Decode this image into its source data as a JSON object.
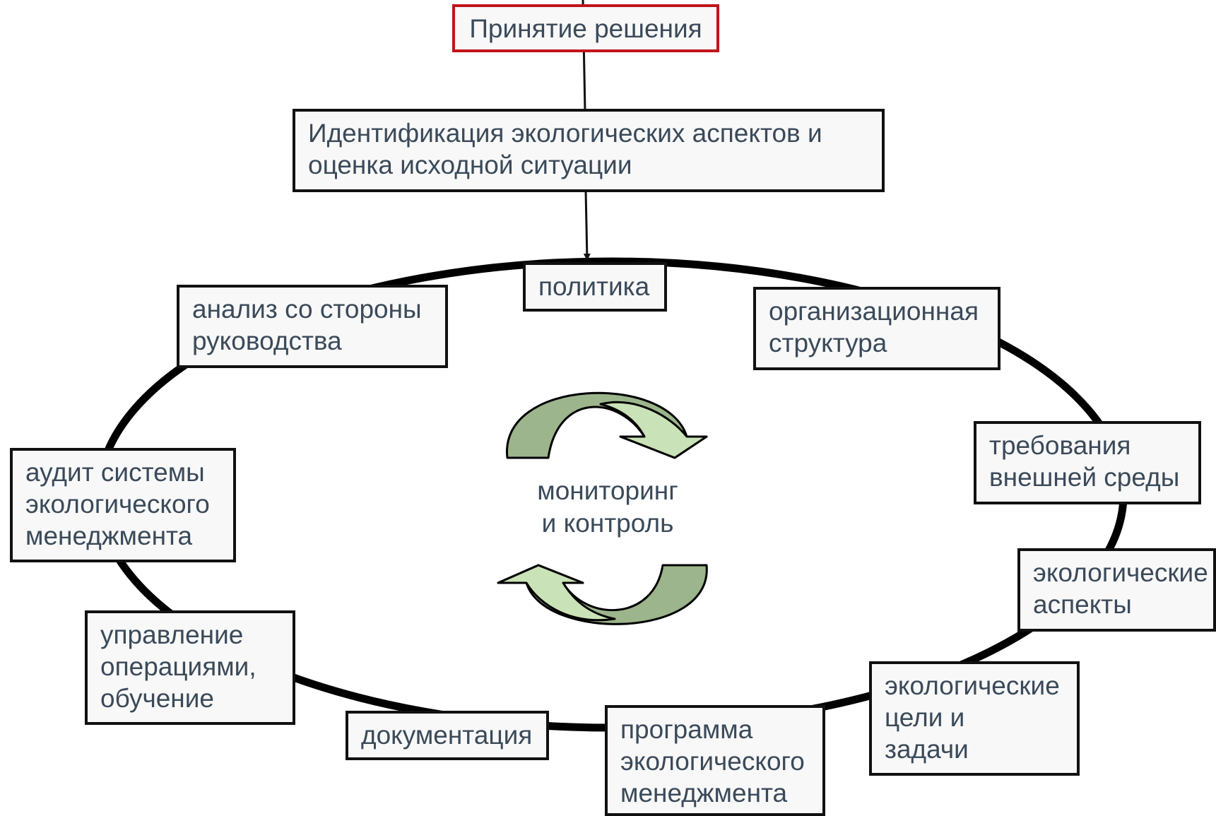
{
  "decision": {
    "label": "Принятие решения"
  },
  "identification": {
    "lines": [
      "Идентификация экологических аспектов и",
      "оценка исходной ситуации"
    ]
  },
  "cycle_nodes": {
    "policy": {
      "lines": [
        "политика"
      ]
    },
    "org_structure": {
      "lines": [
        "организационная",
        "структура"
      ]
    },
    "env_requirements": {
      "lines": [
        "требования",
        "внешней среды"
      ]
    },
    "eco_aspects": {
      "lines": [
        "экологические",
        "аспекты"
      ]
    },
    "eco_goals": {
      "lines": [
        "экологические",
        "цели и",
        "задачи"
      ]
    },
    "eco_program": {
      "lines": [
        "программа",
        "экологического",
        "менеджмента"
      ]
    },
    "documentation": {
      "lines": [
        "документация"
      ]
    },
    "operations": {
      "lines": [
        "управление",
        "операциями,",
        "обучение"
      ]
    },
    "audit": {
      "lines": [
        "аудит системы",
        "экологического",
        "менеджмента"
      ]
    },
    "management_review": {
      "lines": [
        "анализ со стороны",
        "руководства"
      ]
    }
  },
  "center": {
    "lines": [
      "мониторинг",
      "и контроль"
    ]
  },
  "colors": {
    "decision_border": "#c0141c",
    "box_border": "#111111",
    "box_fill": "#f8f8f8",
    "text": "#3b4a5a",
    "arrow_dark": "#9cb58c",
    "arrow_light": "#c9e2b7"
  }
}
